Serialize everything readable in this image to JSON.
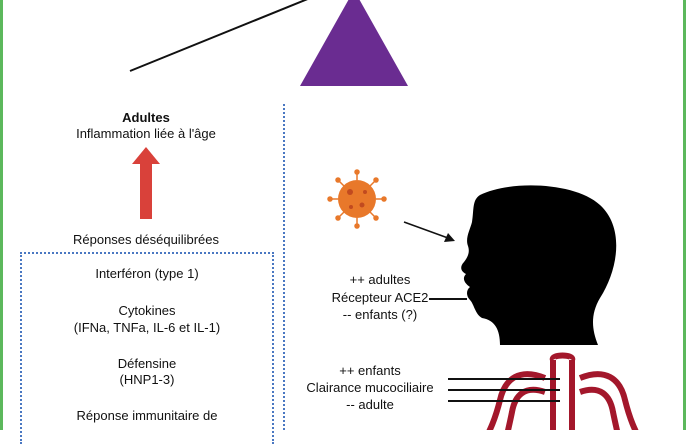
{
  "left": {
    "adults_title": "Adultes",
    "adults_subtitle": "Inflammation liée à l'âge",
    "imbalanced": "Réponses déséquilibrées",
    "box_items": [
      "Interféron (type 1)",
      "Cytokines",
      "(IFNa, TNFa, IL-6 et IL-1)",
      "Défensine",
      "(HNP1-3)",
      "Réponse immunitaire de"
    ]
  },
  "right": {
    "receptor": {
      "line1": "++ adultes",
      "line2": "Récepteur ACE2",
      "line3": "-- enfants (?)"
    },
    "clearance": {
      "line1": "++ enfants",
      "line2": "Clairance mucociliaire",
      "line3": "-- adulte"
    }
  },
  "colors": {
    "triangle": "#6a2c91",
    "arrow": "#d9413a",
    "dotted": "#4a78c2",
    "frame": "#5cb85c",
    "lungs": "#a3172b",
    "virus": "#e8782a"
  }
}
